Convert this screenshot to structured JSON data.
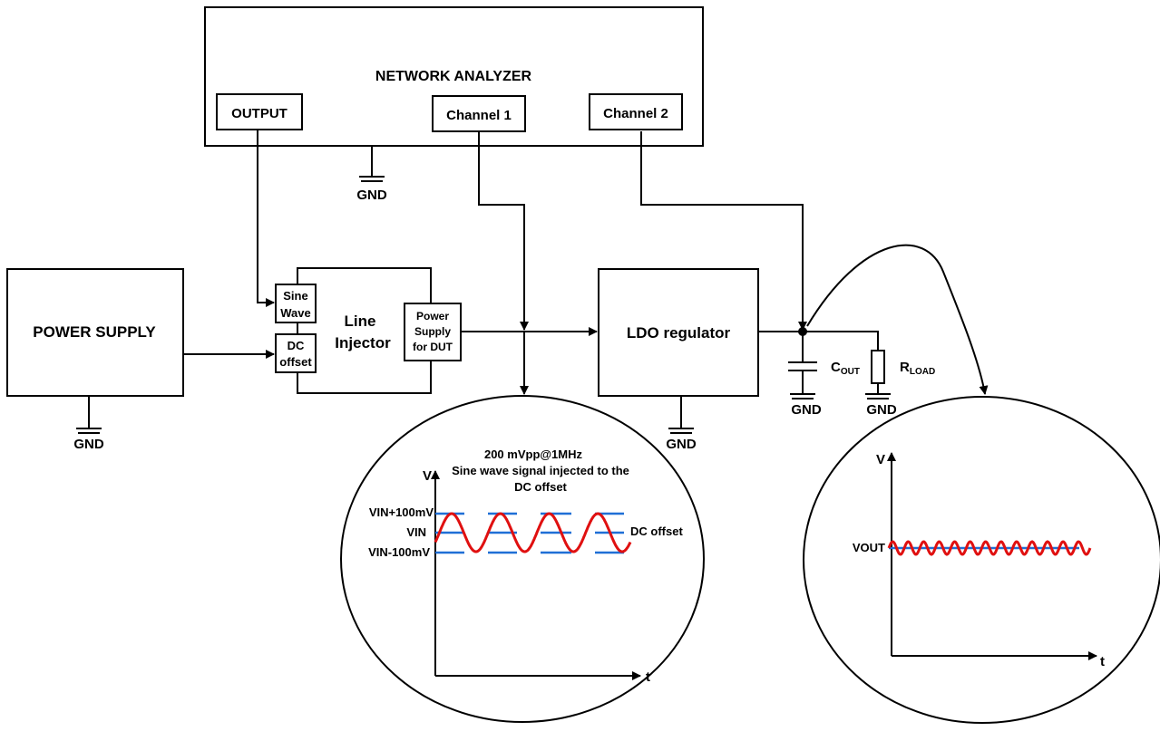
{
  "network_analyzer": {
    "title": "NETWORK ANALYZER",
    "output_label": "OUTPUT",
    "channel1_label": "Channel 1",
    "channel2_label": "Channel 2"
  },
  "power_supply": {
    "label": "POWER SUPPLY"
  },
  "line_injector": {
    "label_line1": "Line",
    "label_line2": "Injector",
    "sine_line1": "Sine",
    "sine_line2": "Wave",
    "dc_line1": "DC",
    "dc_line2": "offset",
    "psu_line1": "Power",
    "psu_line2": "Supply",
    "psu_line3": "for DUT"
  },
  "ldo": {
    "label": "LDO regulator"
  },
  "output_stage": {
    "cout_main": "C",
    "cout_sub": "OUT",
    "rload_main": "R",
    "rload_sub": "LOAD"
  },
  "gnd_label": "GND",
  "input_scope": {
    "caption_line1": "200 mVpp@1MHz",
    "caption_line2": "Sine wave signal injected to the",
    "caption_line3": "DC offset",
    "v_axis": "V",
    "t_axis": "t",
    "level_high": "VIN+100mV",
    "level_mid": "VIN",
    "level_low": "VIN-100mV",
    "dc_offset_label": "DC offset",
    "cycles": 4
  },
  "output_scope": {
    "v_axis": "V",
    "t_axis": "t",
    "vout_label": "VOUT",
    "cycles": 13
  },
  "colors": {
    "signal": "#e01010",
    "reference": "#1f6fd6",
    "line": "#000000"
  }
}
